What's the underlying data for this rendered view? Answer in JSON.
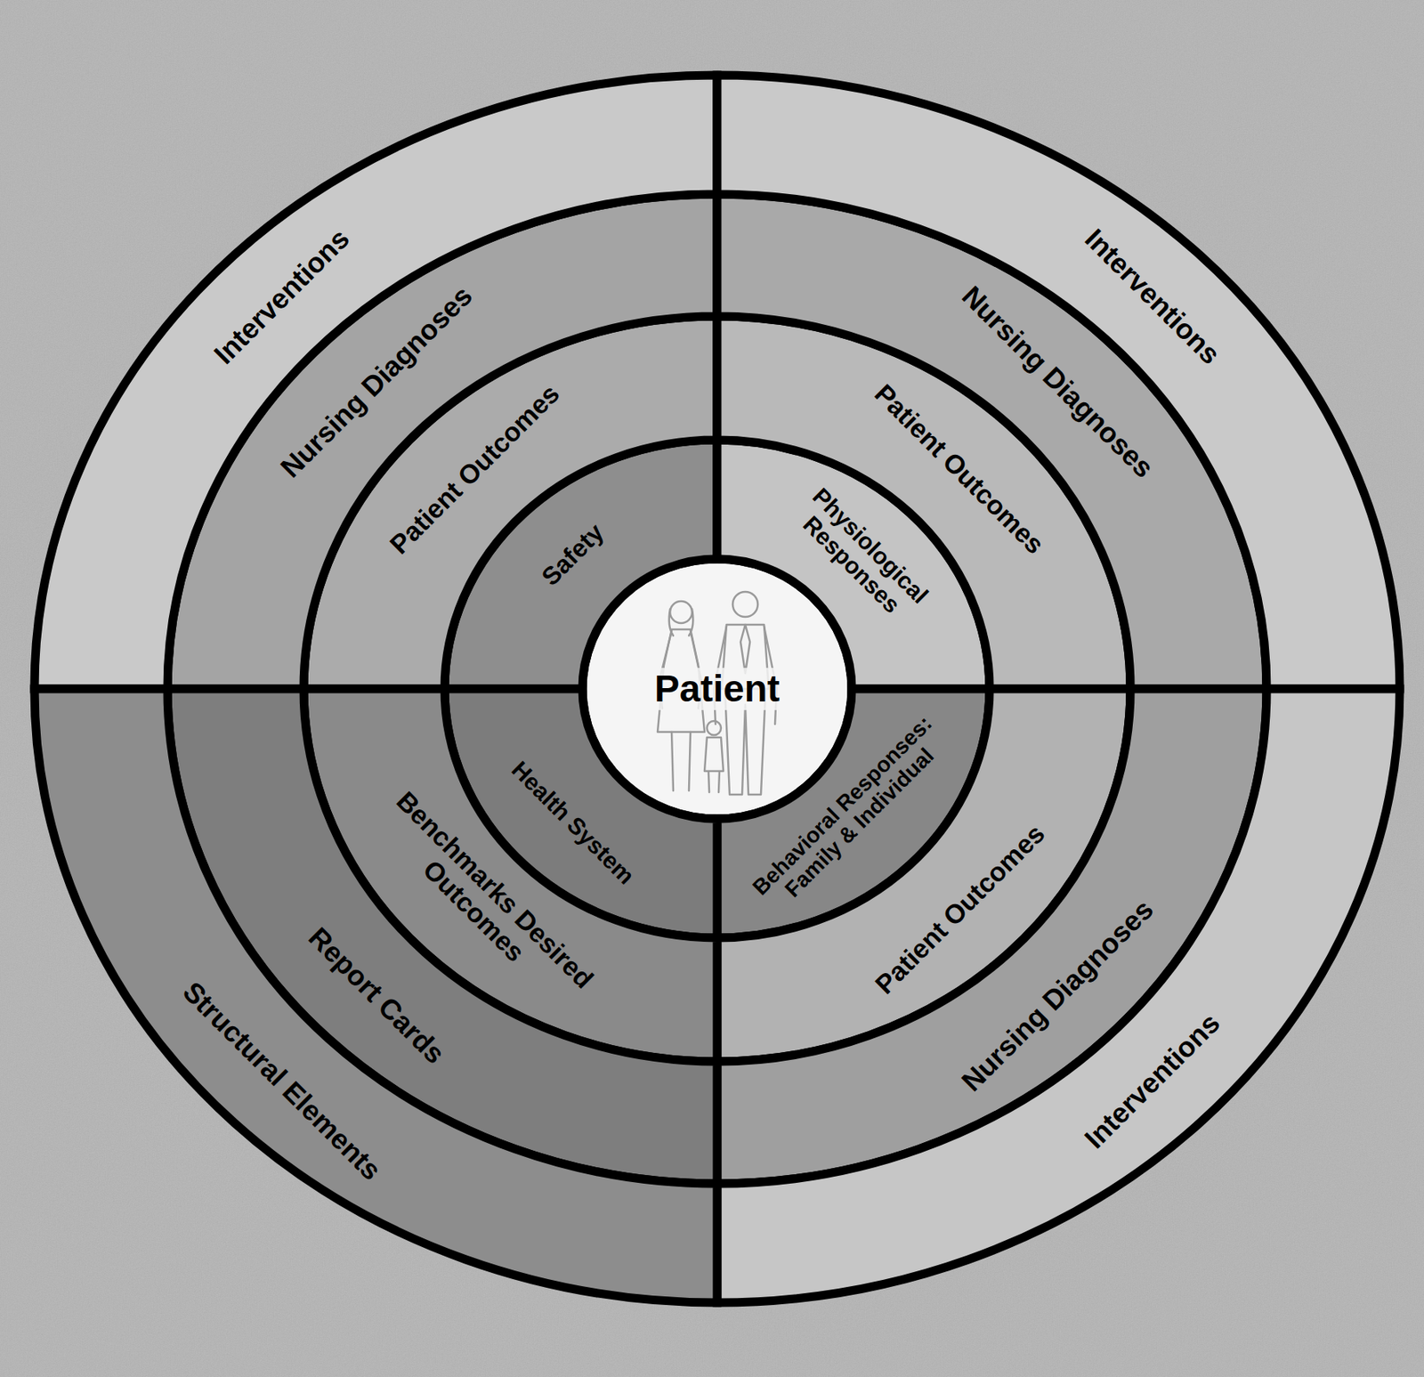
{
  "diagram": {
    "nodes": [
      {
        "text": [
          "Patient"
        ]
      },
      {
        "text": [
          "Safety"
        ]
      },
      {
        "text": [
          "Physiological Responses"
        ]
      },
      {
        "text": [
          "Behavioral Responses: Family & Individual"
        ]
      },
      {
        "text": [
          "Health System"
        ]
      },
      {
        "text": [
          "Patient Outcomes"
        ]
      },
      {
        "text": [
          "Patient Outcomes"
        ]
      },
      {
        "text": [
          "Patient Outcomes"
        ]
      },
      {
        "text": [
          "Benchmarks Desired Outcomes"
        ]
      },
      {
        "text": [
          "Nursing Diagnoses"
        ]
      },
      {
        "text": [
          "Nursing Diagnoses"
        ]
      },
      {
        "text": [
          "Nursing Diagnoses"
        ]
      },
      {
        "text": [
          "Report Cards"
        ]
      },
      {
        "text": [
          "Interventions"
        ]
      },
      {
        "text": [
          "Interventions"
        ]
      },
      {
        "text": [
          "Interventions"
        ]
      },
      {
        "text": [
          "Structural Elements"
        ]
      }
    ]
  }
}
